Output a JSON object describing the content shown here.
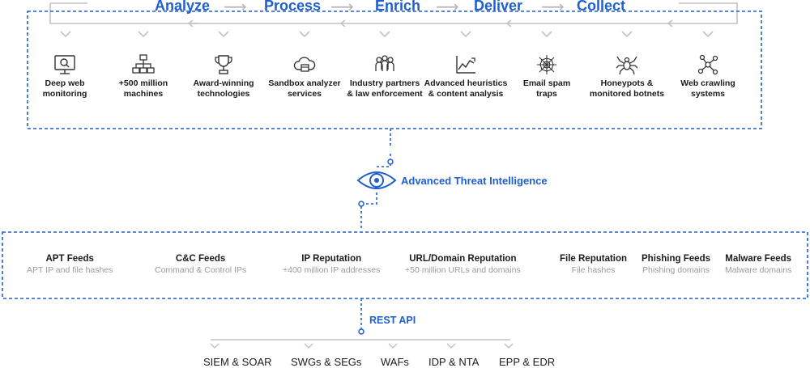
{
  "stages": [
    "Analyze",
    "Process",
    "Enrich",
    "Deliver",
    "Collect"
  ],
  "sources": [
    {
      "label": "Deep web\nmonitoring",
      "icon": "monitor-search-icon"
    },
    {
      "label": "+500 million\nmachines",
      "icon": "network-machines-icon"
    },
    {
      "label": "Award-winning\ntechnologies",
      "icon": "trophy-icon"
    },
    {
      "label": "Sandbox analyzer\nservices",
      "icon": "cloud-sandbox-icon"
    },
    {
      "label": "Industry partners\n& law enforcement",
      "icon": "people-group-icon"
    },
    {
      "label": "Advanced heuristics\n& content analysis",
      "icon": "line-chart-icon"
    },
    {
      "label": "Email spam\ntraps",
      "icon": "spider-web-icon"
    },
    {
      "label": "Honeypots &\nmonitored botnets",
      "icon": "spider-icon"
    },
    {
      "label": "Web crawling\nsystems",
      "icon": "node-graph-icon"
    }
  ],
  "center": {
    "label": "Advanced Threat Intelligence",
    "icon": "eye-icon"
  },
  "feeds": [
    {
      "title": "APT Feeds",
      "subtitle": "APT IP and file hashes"
    },
    {
      "title": "C&C Feeds",
      "subtitle": "Command & Control IPs"
    },
    {
      "title": "IP Reputation",
      "subtitle": "+400 million IP addresses"
    },
    {
      "title": "URL/Domain Reputation",
      "subtitle": "+50 million URLs and domains"
    },
    {
      "title": "File Reputation",
      "subtitle": "File hashes"
    },
    {
      "title": "Phishing Feeds",
      "subtitle": "Phishing domains"
    },
    {
      "title": "Malware Feeds",
      "subtitle": "Malware domains"
    }
  ],
  "api": {
    "label": "REST API"
  },
  "consumers": [
    "SIEM & SOAR",
    "SWGs & SEGs",
    "WAFs",
    "IDP & NTA",
    "EPP & EDR"
  ],
  "colors": {
    "accent": "#1f5fcf",
    "line": "#bdbdbd",
    "text": "#1b1b1b",
    "muted": "#9a9a9a"
  }
}
